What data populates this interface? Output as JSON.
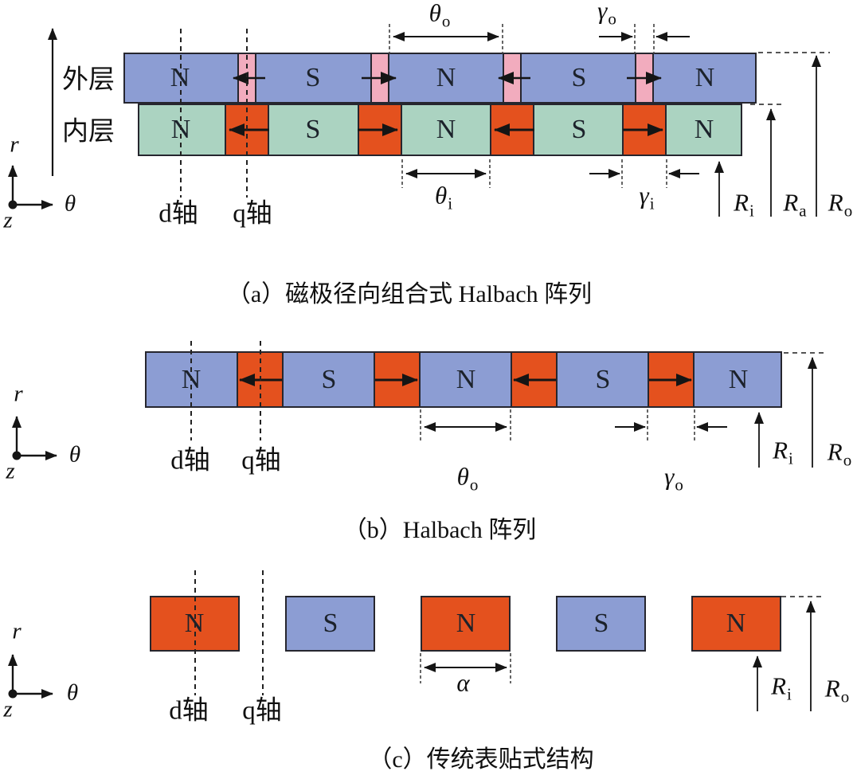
{
  "colors": {
    "outer_main": "#8C9DD3",
    "outer_sep": "#F2ACBE",
    "inner_main": "#ABD3C1",
    "inner_sep": "#E4511E",
    "block_blue": "#8C9DD3",
    "block_orange": "#E4511E",
    "border": "#26262e"
  },
  "axis_labels": {
    "r": "r",
    "theta": "θ",
    "z": "z"
  },
  "figure_a": {
    "caption": "（a）磁极径向组合式 Halbach 阵列",
    "outer_layer_label": "外层",
    "inner_layer_label": "内层",
    "d_axis_label": "d轴",
    "q_axis_label": "q轴",
    "outer_blocks": [
      "N",
      "S",
      "N",
      "S",
      "N"
    ],
    "inner_blocks": [
      "N",
      "S",
      "N",
      "S",
      "N"
    ],
    "separator_arrow_directions": [
      "left",
      "right",
      "left",
      "right"
    ],
    "dims": {
      "theta_o": {
        "base": "θ",
        "sub": "o"
      },
      "gamma_o": {
        "base": "γ",
        "sub": "o"
      },
      "theta_i": {
        "base": "θ",
        "sub": "i"
      },
      "gamma_i": {
        "base": "γ",
        "sub": "i"
      }
    },
    "radii": {
      "r_i": {
        "base": "R",
        "sub": "i"
      },
      "r_a": {
        "base": "R",
        "sub": "a"
      },
      "r_o": {
        "base": "R",
        "sub": "o"
      }
    }
  },
  "figure_b": {
    "caption": "（b）Halbach 阵列",
    "d_axis_label": "d轴",
    "q_axis_label": "q轴",
    "blocks": [
      "N",
      "S",
      "N",
      "S",
      "N"
    ],
    "separator_arrow_directions": [
      "left",
      "right",
      "left",
      "right"
    ],
    "dims": {
      "theta_o": {
        "base": "θ",
        "sub": "o"
      },
      "gamma_o": {
        "base": "γ",
        "sub": "o"
      }
    },
    "radii": {
      "r_i": {
        "base": "R",
        "sub": "i"
      },
      "r_o": {
        "base": "R",
        "sub": "o"
      }
    }
  },
  "figure_c": {
    "caption": "（c）传统表贴式结构",
    "d_axis_label": "d轴",
    "q_axis_label": "q轴",
    "blocks": [
      "N",
      "S",
      "N",
      "S",
      "N"
    ],
    "dims": {
      "alpha": {
        "base": "α",
        "sub": ""
      }
    },
    "radii": {
      "r_i": {
        "base": "R",
        "sub": "i"
      },
      "r_o": {
        "base": "R",
        "sub": "o"
      }
    }
  }
}
